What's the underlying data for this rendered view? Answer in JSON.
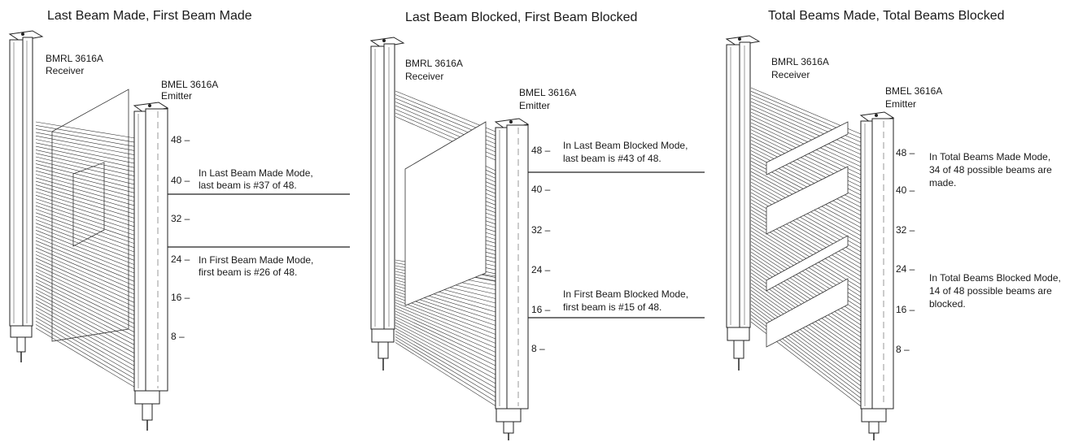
{
  "panels": [
    {
      "title": "Last Beam Made, First Beam Made",
      "receiver": {
        "model": "BMRL 3616A",
        "role": "Receiver"
      },
      "emitter": {
        "model": "BMEL 3616A",
        "role": "Emitter"
      },
      "ticks": [
        "48 –",
        "40 –",
        "32 –",
        "24 –",
        "16 –",
        "8 –"
      ],
      "annotations": [
        {
          "line1": "In Last Beam Made Mode,",
          "line2": "last beam is #37 of 48."
        },
        {
          "line1": "In First Beam Made Mode,",
          "line2": "first beam is #26 of 48."
        }
      ]
    },
    {
      "title": "Last Beam Blocked, First Beam Blocked",
      "receiver": {
        "model": "BMRL 3616A",
        "role": "Receiver"
      },
      "emitter": {
        "model": "BMEL 3616A",
        "role": "Emitter"
      },
      "ticks": [
        "48 –",
        "40 –",
        "32 –",
        "24 –",
        "16 –",
        "8 –"
      ],
      "annotations": [
        {
          "line1": "In Last Beam Blocked Mode,",
          "line2": "last beam is #43 of 48."
        },
        {
          "line1": "In First Beam Blocked Mode,",
          "line2": "first beam is #15 of 48."
        }
      ]
    },
    {
      "title": "Total Beams Made, Total Beams Blocked",
      "receiver": {
        "model": "BMRL 3616A",
        "role": "Receiver"
      },
      "emitter": {
        "model": "BMEL 3616A",
        "role": "Emitter"
      },
      "ticks": [
        "48 –",
        "40 –",
        "32 –",
        "24 –",
        "16 –",
        "8 –"
      ],
      "annotations": [
        {
          "line1": "In Total Beams Made Mode,",
          "line2": "34 of 48 possible beams are",
          "line3": "made."
        },
        {
          "line1": "In Total Beams Blocked Mode,",
          "line2": "14 of 48 possible beams are",
          "line3": "blocked."
        }
      ]
    }
  ]
}
